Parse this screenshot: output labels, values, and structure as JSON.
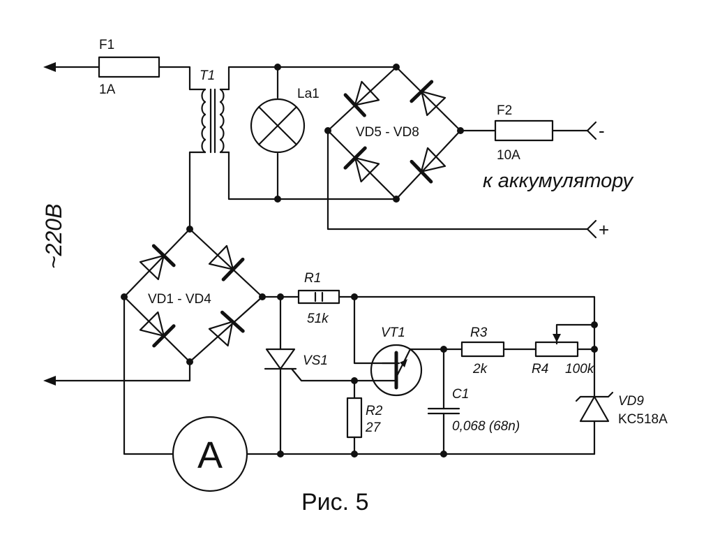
{
  "labels": {
    "f1": "F1",
    "f1_val": "1A",
    "t1": "T1",
    "la1": "La1",
    "vd58": "VD5 - VD8",
    "f2": "F2",
    "f2_val": "10A",
    "minus": "-",
    "plus": "+",
    "battery": "к аккумулятору",
    "mains": "~220В",
    "vd14": "VD1 - VD4",
    "r1": "R1",
    "r1_val": "51k",
    "vt1": "VT1",
    "r3": "R3",
    "r3_val": "2k",
    "r4": "R4",
    "r4_val": "100k",
    "vs1": "VS1",
    "c1": "C1",
    "c1_val": "0,068 (68n)",
    "r2": "R2",
    "r2_val": "27",
    "vd9": "VD9",
    "vd9_val": "KC518A",
    "ammeter": "A",
    "caption": "Рис. 5"
  }
}
